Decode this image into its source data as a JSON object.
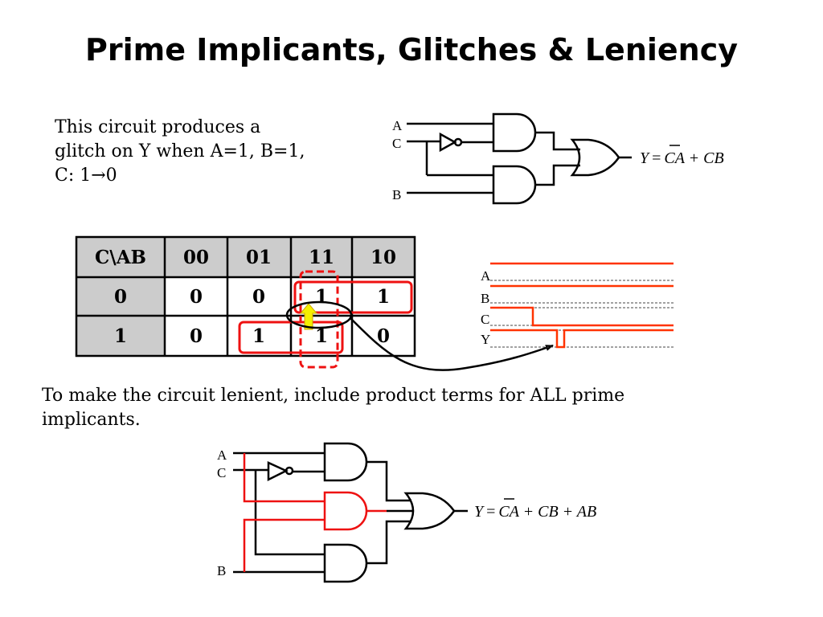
{
  "slide": {
    "title": "Prime Implicants, Glitches & Leniency"
  },
  "intro": {
    "lines": [
      "This circuit produces a",
      "glitch on Y when A=1, B=1,",
      "C: 1→0"
    ]
  },
  "circuit1": {
    "inputs": {
      "a": "A",
      "c": "C",
      "b": "B"
    },
    "equation": {
      "y": "Y",
      "eq": "=",
      "cbar": "C",
      "rest": "A + CB"
    }
  },
  "kmap": {
    "corner": "C\\AB",
    "col_headers": [
      "00",
      "01",
      "11",
      "10"
    ],
    "row_headers": [
      "0",
      "1"
    ],
    "rows": [
      [
        "0",
        "0",
        "1",
        "1"
      ],
      [
        "0",
        "1",
        "1",
        "0"
      ]
    ],
    "colors": {
      "header_bg": "#cccccc",
      "group": "#ee1111",
      "arrow": "#f5f000"
    }
  },
  "timing": {
    "signals": [
      "A",
      "B",
      "C",
      "Y"
    ],
    "waveform_color": "#ff3300"
  },
  "lenient": {
    "lines": [
      "To make the circuit lenient, include product terms for ALL prime",
      "implicants."
    ]
  },
  "circuit2": {
    "inputs": {
      "a": "A",
      "c": "C",
      "b": "B"
    },
    "equation": {
      "y": "Y",
      "eq": "=",
      "cbar": "C",
      "rest": "A + CB + AB"
    },
    "highlight_color": "#ee1111"
  }
}
